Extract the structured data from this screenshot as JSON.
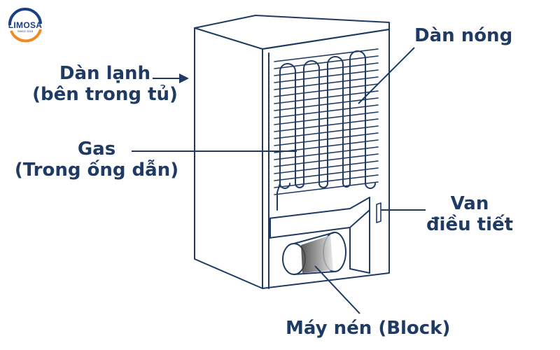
{
  "logo": {
    "name": "LIMOSA",
    "tagline": "SINCE 2018"
  },
  "labels": {
    "cold_coil": [
      "Dàn lạnh",
      "(bên trong tủ)"
    ],
    "hot_coil": "Dàn nóng",
    "gas": [
      "Gas",
      "(Trong ống dẫn)"
    ],
    "valve": [
      "Van",
      "điều tiết"
    ],
    "compressor": "Máy nén (Block)"
  },
  "colors": {
    "line": "#1f3b63",
    "text": "#1f3b63",
    "logo_blue": "#1b3f83",
    "logo_orange": "#f28a1e"
  }
}
